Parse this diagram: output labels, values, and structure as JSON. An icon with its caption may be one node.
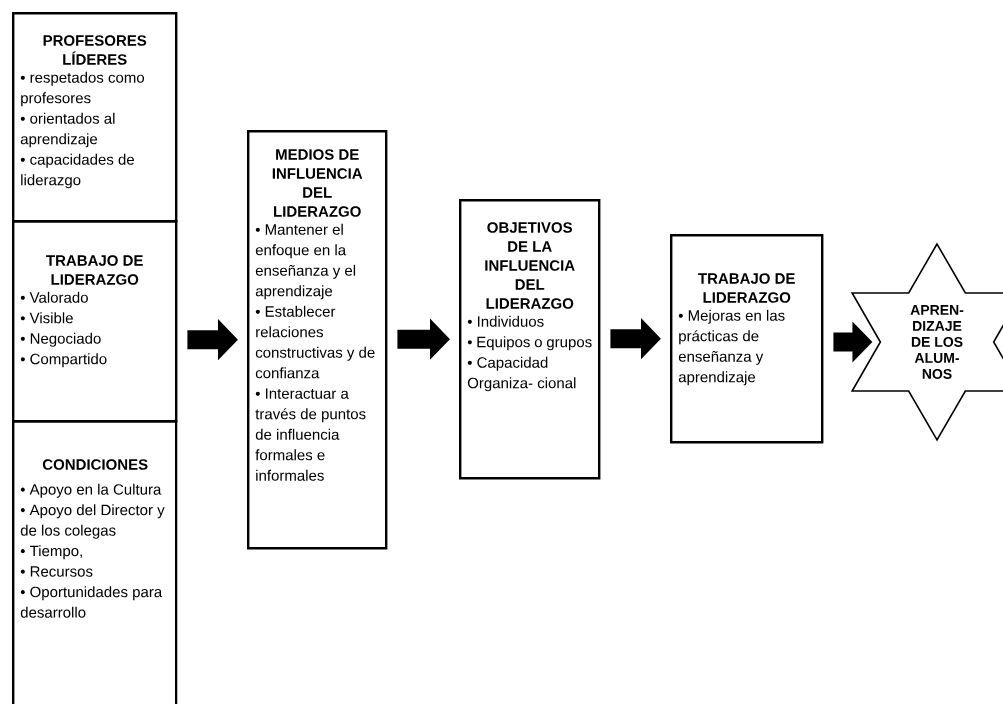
{
  "diagram": {
    "nodes": [
      {
        "text": [
          "PROFESORES LÍDERES",
          "• respetados como profesores",
          "• orientados al aprendizaje",
          "• capacidades de liderazgo"
        ]
      },
      {
        "text": [
          "TRABAJO DE LIDERAZGO",
          "• Valorado",
          "• Visible",
          "• Negociado",
          "• Compartido"
        ]
      },
      {
        "text": [
          "CONDICIONES",
          "• Apoyo en la Cultura",
          "• Apoyo del Director y de los colegas",
          "• Tiempo,",
          "• Recursos",
          "• Oportunidades para desarrollo"
        ]
      },
      {
        "text": [
          "MEDIOS DE INFLUENCIA DEL LIDERAZGO",
          "• Mantener el enfoque en la enseñanza y el aprendizaje",
          "• Establecer relaciones constructivas y de confianza",
          "• Interactuar a través de puntos de influencia formales e informales"
        ]
      },
      {
        "text": [
          "OBJETIVOS DE LA INFLUENCIA DEL LIDERAZGO",
          "• Individuos",
          "• Equipos o grupos",
          "• Capacidad Organiza- cional"
        ]
      },
      {
        "text": [
          "TRABAJO DE LIDERAZGO",
          "• Mejoras en las prácticas de enseñanza y aprendizaje"
        ]
      },
      {
        "text": [
          "APREN- DIZAJE DE LOS ALUM- NOS"
        ]
      }
    ],
    "edges": [
      {
        "from": 1,
        "to": 3,
        "arrow": "to"
      },
      {
        "from": 3,
        "to": 4,
        "arrow": "to"
      },
      {
        "from": 4,
        "to": 5,
        "arrow": "to"
      },
      {
        "from": 5,
        "to": 6,
        "arrow": "to"
      }
    ]
  }
}
